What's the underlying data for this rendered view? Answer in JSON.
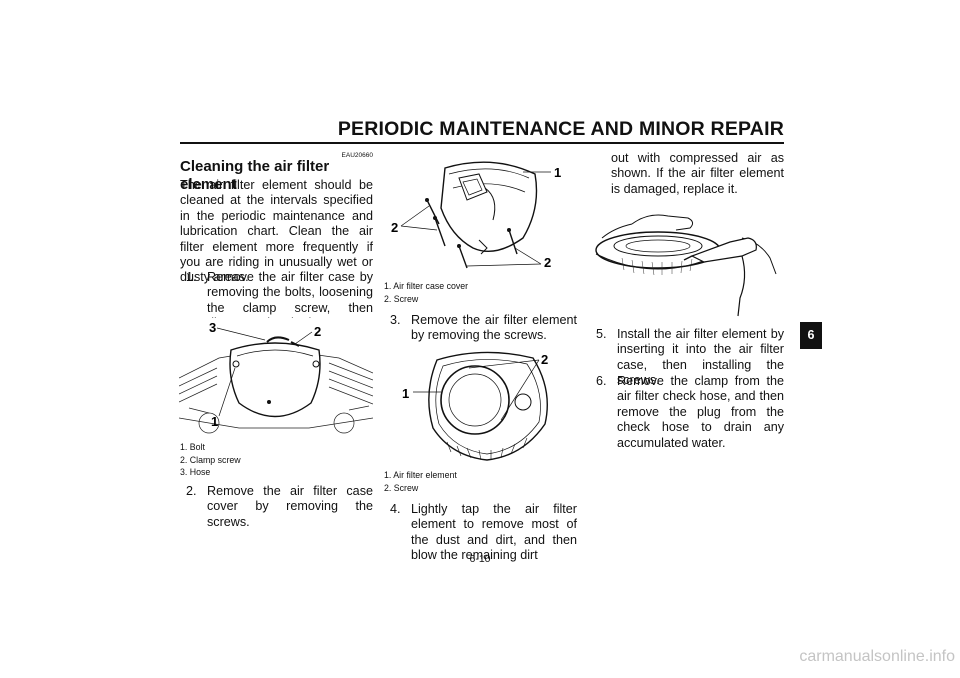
{
  "header": {
    "title": "PERIODIC MAINTENANCE AND MINOR REPAIR"
  },
  "doc_code": "EAU20660",
  "section_title": "Cleaning the air filter element",
  "intro": "The air filter element should be cleaned at the intervals specified in the periodic maintenance and lubrication chart. Clean the air filter element more frequently if you are riding in unusually wet or dusty areas.",
  "steps": [
    {
      "num": "1.",
      "text": "Remove the air filter case by removing the bolts, loosening the clamp screw, then disconnecting the hose."
    },
    {
      "num": "2.",
      "text": "Remove the air filter case cover by removing the screws."
    },
    {
      "num": "3.",
      "text": "Remove the air filter element by removing the screws."
    },
    {
      "num": "4.",
      "text": "Lightly tap the air filter element to remove most of the dust and dirt, and then blow the remaining dirt"
    },
    {
      "cont": "out with compressed air as shown. If the air filter element is damaged, replace it."
    },
    {
      "num": "5.",
      "text": "Install the air filter element by inserting it into the air filter case, then installing the screws."
    },
    {
      "num": "6.",
      "text": "Remove the clamp from the air filter check hose, and then remove the plug from the check hose to drain any accumulated water."
    }
  ],
  "figure1": {
    "callouts": [
      "3",
      "2",
      "1"
    ],
    "captions": [
      "1.  Bolt",
      "2.  Clamp screw",
      "3.  Hose"
    ]
  },
  "figure2": {
    "callouts": [
      "1",
      "2",
      "2"
    ],
    "captions": [
      "1.  Air filter case cover",
      "2.  Screw"
    ]
  },
  "figure3": {
    "callouts": [
      "2",
      "1"
    ],
    "captions": [
      "1.  Air filter element",
      "2.  Screw"
    ]
  },
  "chapter_tab": "6",
  "page_number": "6-10",
  "watermark": "carmanualsonline.info"
}
